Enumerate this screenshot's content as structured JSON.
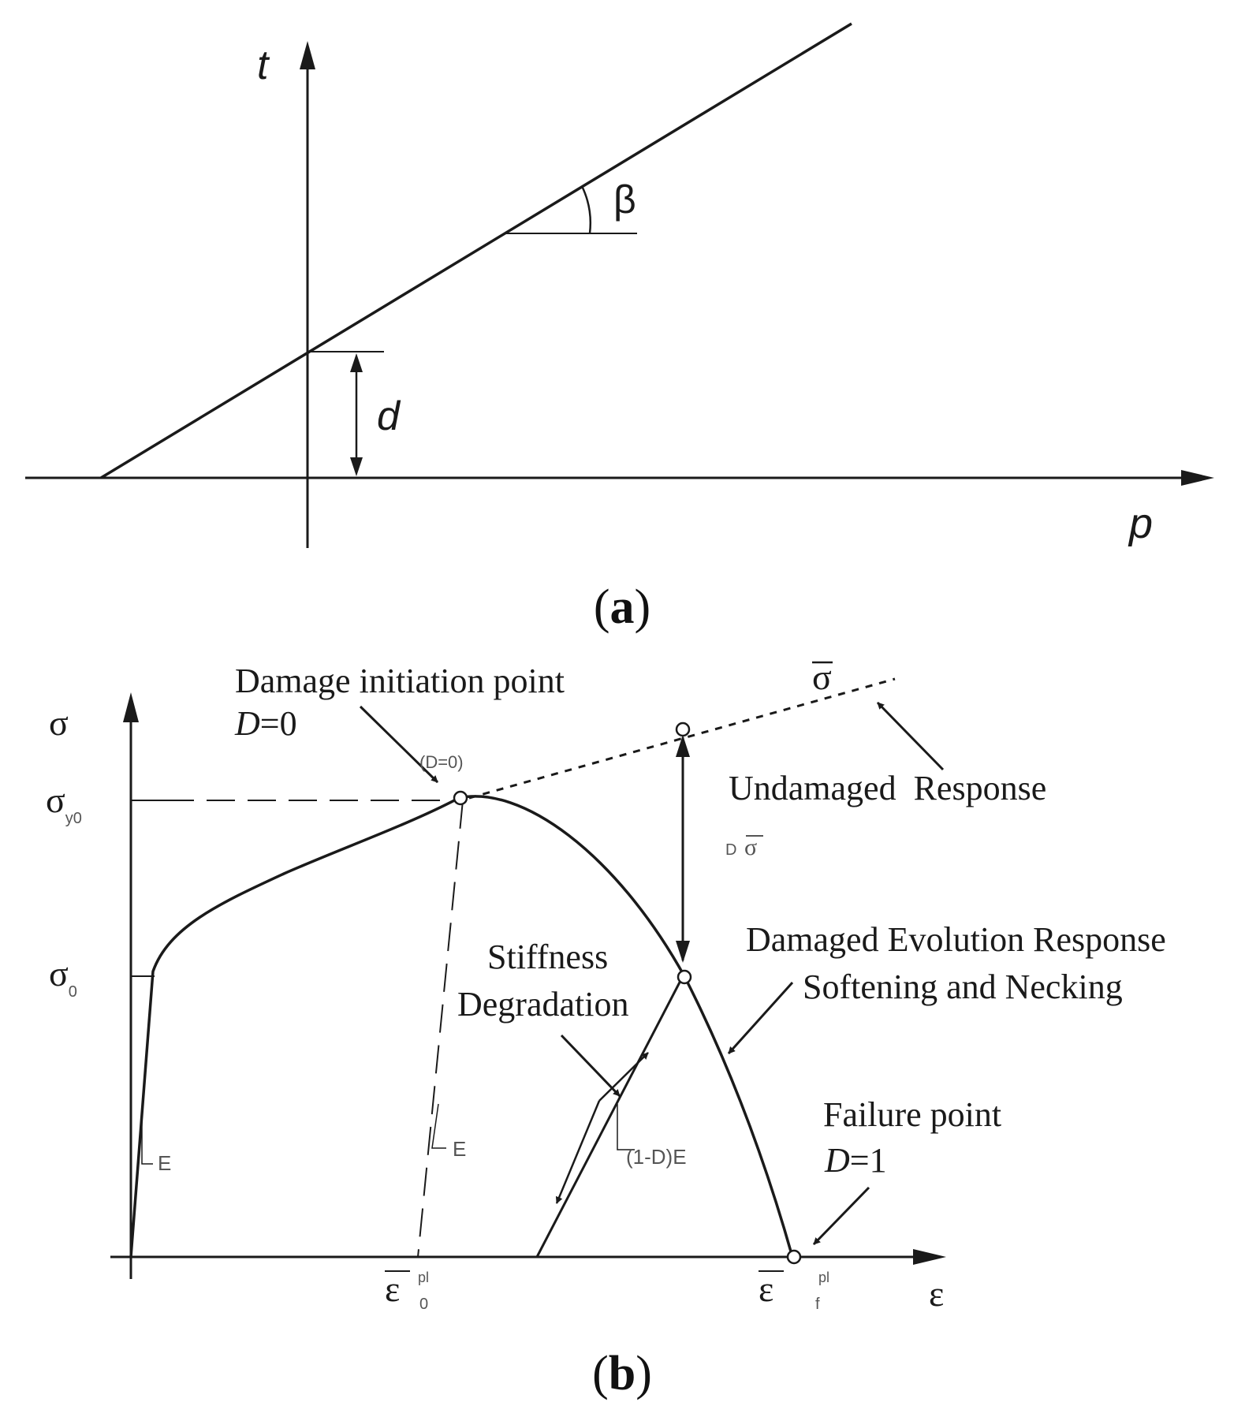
{
  "panel_a": {
    "caption_open": "(",
    "caption_letter": "a",
    "caption_close": ")",
    "vertical_axis_label": "t",
    "horizontal_axis_label": "p",
    "angle_label": "β",
    "intercept_label": "d"
  },
  "panel_b": {
    "caption_open": "(",
    "caption_letter": "b",
    "caption_close": ")",
    "y_axis_label": "σ",
    "x_axis_label": "ε",
    "sigma_y0_main": "σ",
    "sigma_y0_sub": "y0",
    "sigma_0_main": "σ",
    "sigma_0_sub": "0",
    "eps0_main": "ε",
    "eps0_sup": "pl",
    "eps0_sub": "0",
    "epsf_main": "ε",
    "epsf_sup": "pl",
    "epsf_sub": "f",
    "sigma_bar": "σ",
    "d_sigma_prefix": "D",
    "d_sigma_main": "σ",
    "damage_init_title": "Damage initiation point",
    "damage_init_d": "D",
    "damage_init_eq": "=0",
    "d_zero_small": "(D=0)",
    "undamaged_response": "Undamaged  Response",
    "damaged_evolution_line1": "Damaged Evolution Response",
    "damaged_evolution_line2": "Softening and Necking",
    "stiffness_line1": "Stiffness",
    "stiffness_line2": "Degradation",
    "failure_title": "Failure point",
    "failure_d": "D",
    "failure_eq": "=1",
    "modulus_e_1": "E",
    "modulus_e_2": "E",
    "modulus_damaged": "(1-D)E"
  }
}
